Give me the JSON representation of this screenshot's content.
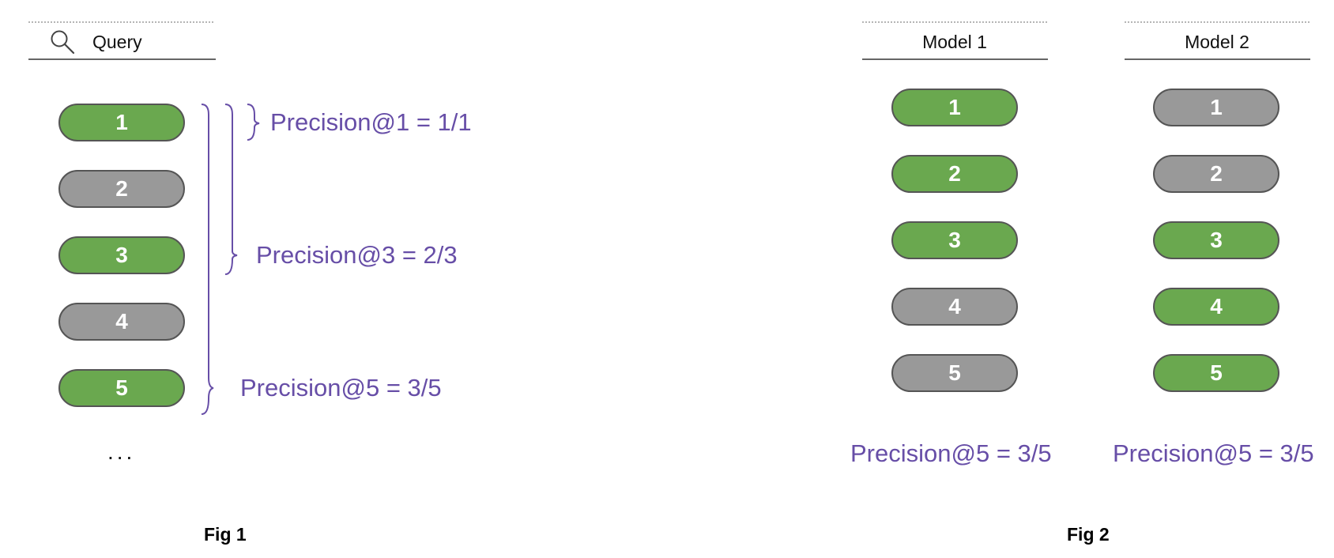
{
  "fig1": {
    "query_label": "Query",
    "icon": "search-icon",
    "results": [
      {
        "rank": "1",
        "relevant": true
      },
      {
        "rank": "2",
        "relevant": false
      },
      {
        "rank": "3",
        "relevant": true
      },
      {
        "rank": "4",
        "relevant": false
      },
      {
        "rank": "5",
        "relevant": true
      }
    ],
    "ellipsis": "...",
    "metrics": {
      "p1": "Precision@1 = 1/1",
      "p3": "Precision@3 = 2/3",
      "p5": "Precision@5 = 3/5"
    },
    "caption": "Fig 1"
  },
  "fig2": {
    "models": [
      {
        "label": "Model 1",
        "results": [
          {
            "rank": "1",
            "relevant": true
          },
          {
            "rank": "2",
            "relevant": true
          },
          {
            "rank": "3",
            "relevant": true
          },
          {
            "rank": "4",
            "relevant": false
          },
          {
            "rank": "5",
            "relevant": false
          }
        ],
        "metric": "Precision@5 = 3/5"
      },
      {
        "label": "Model 2",
        "results": [
          {
            "rank": "1",
            "relevant": false
          },
          {
            "rank": "2",
            "relevant": false
          },
          {
            "rank": "3",
            "relevant": true
          },
          {
            "rank": "4",
            "relevant": true
          },
          {
            "rank": "5",
            "relevant": true
          }
        ],
        "metric": "Precision@5 = 3/5"
      }
    ],
    "caption": "Fig 2"
  },
  "colors": {
    "relevant": "#6aa84f",
    "irrelevant": "#999999",
    "metric_text": "#674ea7",
    "pill_border": "#555555"
  }
}
